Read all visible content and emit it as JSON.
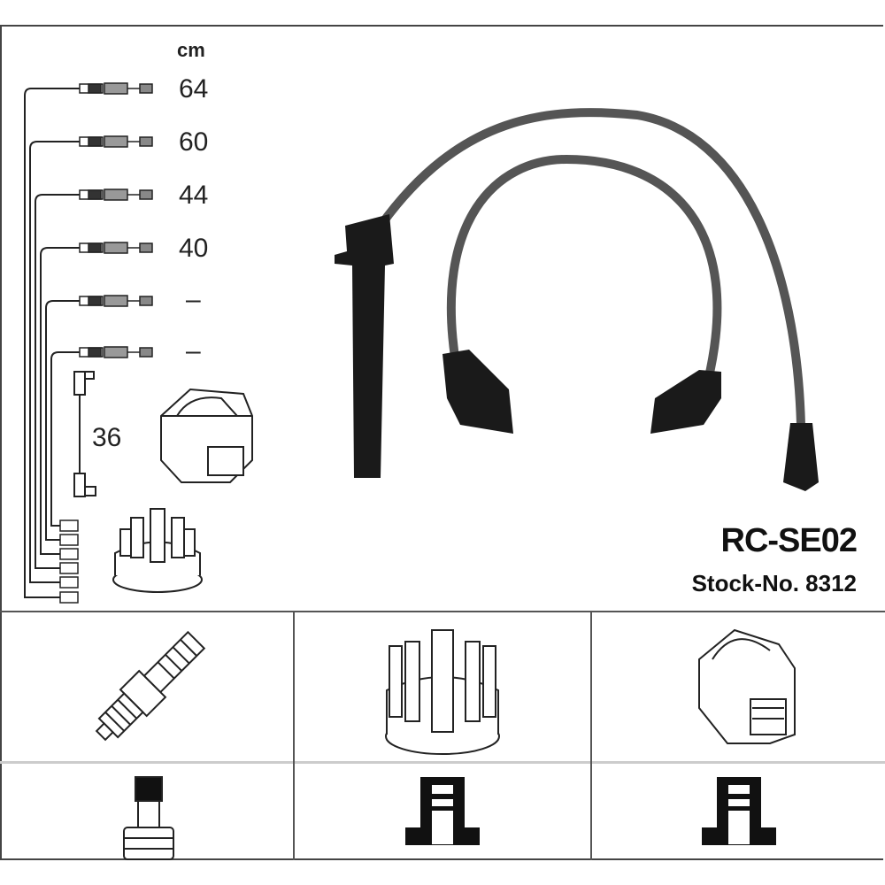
{
  "unit_label": "cm",
  "cable_lengths": [
    "64",
    "60",
    "44",
    "40",
    "–",
    "–"
  ],
  "coil_cable_length": "36",
  "product": {
    "code": "RC-SE02",
    "stock_label": "Stock-No. 8312"
  },
  "components_row": [
    "spark-plug",
    "distributor-cap",
    "ignition-coil"
  ],
  "terminals_row": [
    "spark-plug-terminal",
    "distributor-terminal",
    "coil-terminal"
  ]
}
